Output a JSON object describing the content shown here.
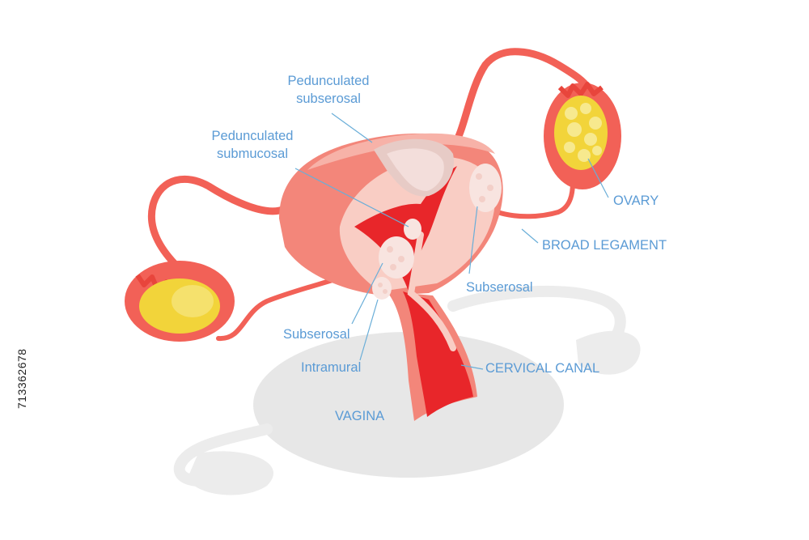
{
  "labels": {
    "pedunculated_subserosal_1": "Pedunculated",
    "pedunculated_subserosal_2": "subserosal",
    "pedunculated_submucosal_1": "Pedunculated",
    "pedunculated_submucosal_2": "submucosal",
    "ovary": "OVARY",
    "broad_ligament": "BROAD LEGAMENT",
    "subserosal_right": "Subserosal",
    "subserosal_left": "Subserosal",
    "intramural": "Intramural",
    "cervical_canal": "CERVICAL CANAL",
    "vagina": "VAGINA"
  },
  "stock_id": "713362678",
  "colors": {
    "label_text": "#5b9bd5",
    "leader_line": "#6aaed8",
    "tube": "#f26157",
    "tube_dark": "#e8453c",
    "uterus_muscle": "#f3867a",
    "uterus_light": "#f7b2a8",
    "endometrium": "#f9cdc4",
    "cavity": "#e8262a",
    "ovary_yellow": "#f2d43a",
    "ovary_follicle": "#f7e98e",
    "fibroid": "#f8e4e0",
    "shadow": "#e6e6e6",
    "stock_text": "#222222"
  }
}
